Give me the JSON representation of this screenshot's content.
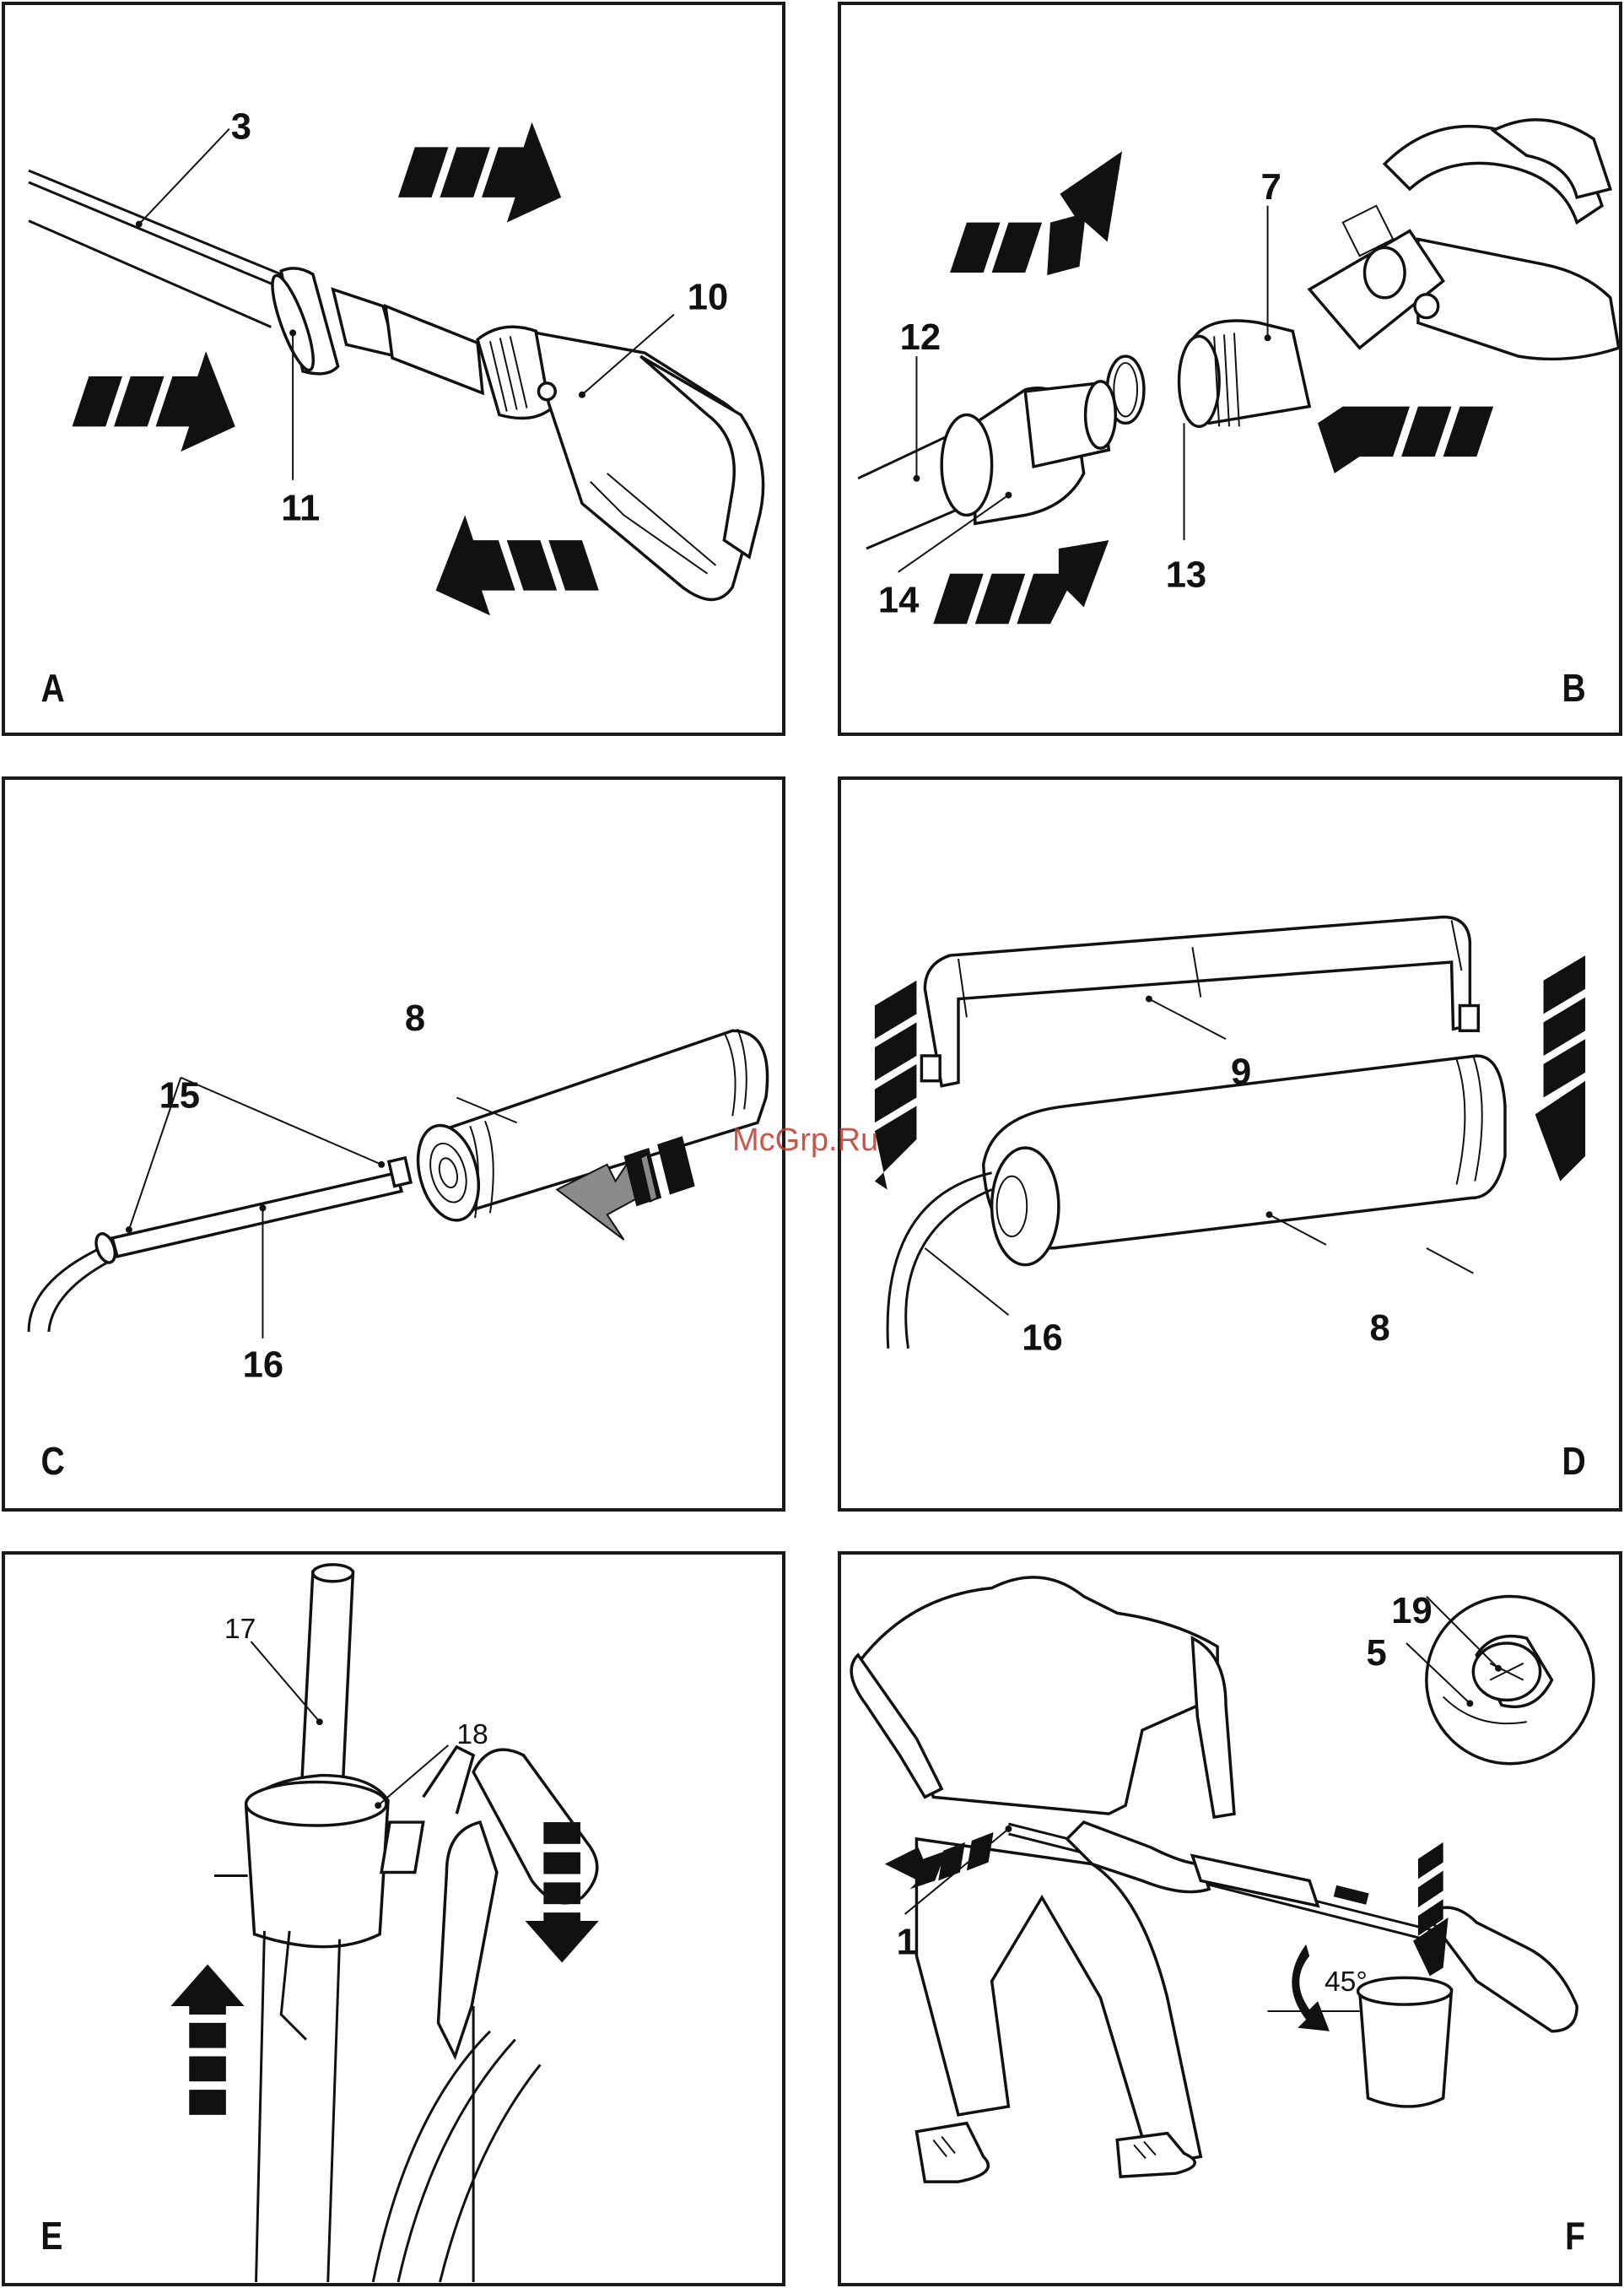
{
  "panels": [
    {
      "letter": "A",
      "callouts": [
        "3",
        "10",
        "11"
      ]
    },
    {
      "letter": "B",
      "callouts": [
        "7",
        "12",
        "13",
        "14"
      ]
    },
    {
      "letter": "C",
      "callouts": [
        "8",
        "15",
        "16"
      ]
    },
    {
      "letter": "D",
      "callouts": [
        "9",
        "16",
        "8"
      ]
    },
    {
      "letter": "E",
      "callouts": [
        "17",
        "18"
      ]
    },
    {
      "letter": "F",
      "callouts": [
        "19",
        "5",
        "1"
      ],
      "angle": "45°"
    }
  ],
  "watermark": "McGrp.Ru",
  "colors": {
    "ink": "#111111",
    "watermark": "#c0392b",
    "arrow_gray": "#8a8a8a"
  }
}
